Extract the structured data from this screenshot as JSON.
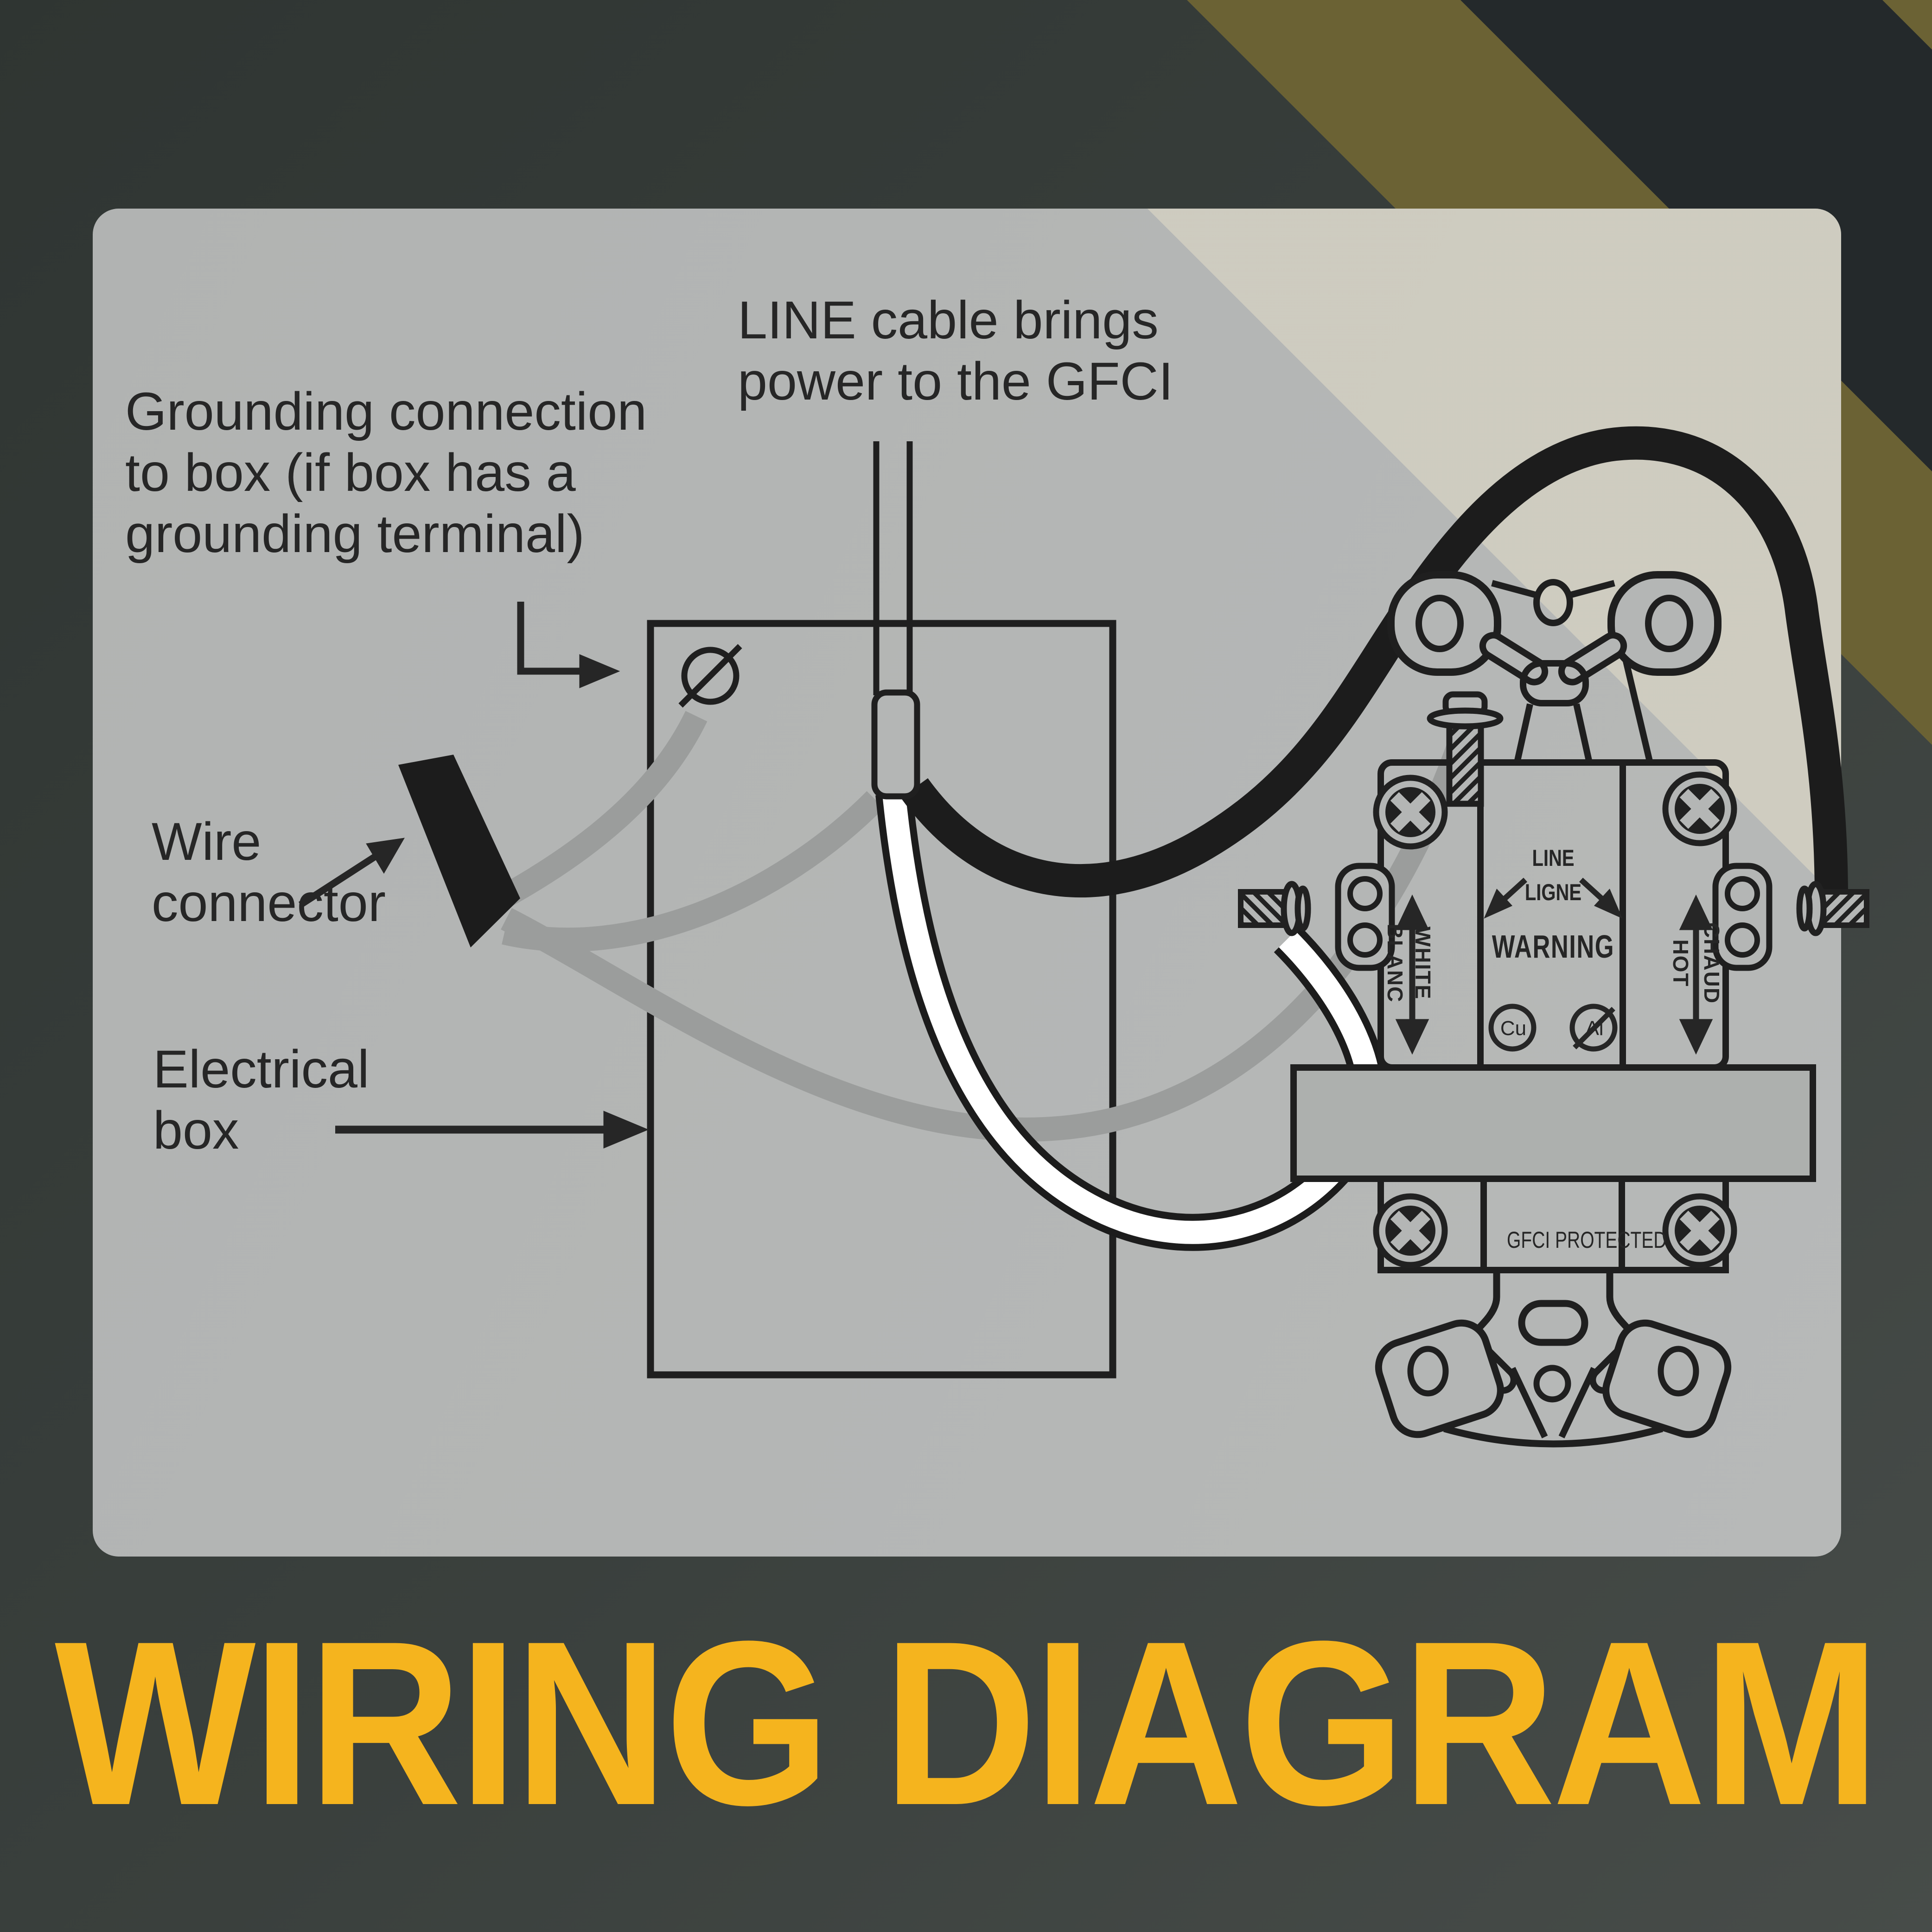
{
  "title": {
    "text": "WIRING DIAGRAM",
    "color": "#F5B41E"
  },
  "panel": {
    "labels": {
      "grounding": {
        "line1": "Grounding connection",
        "line2": "to box (if box has a",
        "line3": "grounding terminal)"
      },
      "line_cable": {
        "line1": "LINE cable brings",
        "line2": "power to the GFCI"
      },
      "wire_connector": {
        "line1": "Wire",
        "line2": "connector"
      },
      "electrical_box": {
        "line1": "Electrical",
        "line2": "box"
      }
    },
    "device": {
      "line_en": "LINE",
      "line_fr": "LIGNE",
      "warning": "WARNING",
      "white_en": "WHITE",
      "white_fr": "BLANC",
      "hot_en": "HOT",
      "hot_fr": "CHAUD",
      "copper": "Cu",
      "aluminum": "Al",
      "protected": "GFCI PROTECTED"
    }
  },
  "colors": {
    "background": "#363B38",
    "stripe_olive": "#6B6234",
    "stripe_dark": "#24292B",
    "stripe_beige": "rgba(230,223,201,0.52)",
    "panel": "#B4B6B5",
    "ink": "#262626",
    "wire_black": "#1C1C1C",
    "wire_gray": "#9B9D9C",
    "wire_white": "#FFFFFF",
    "title_yellow": "#F5B41E"
  }
}
